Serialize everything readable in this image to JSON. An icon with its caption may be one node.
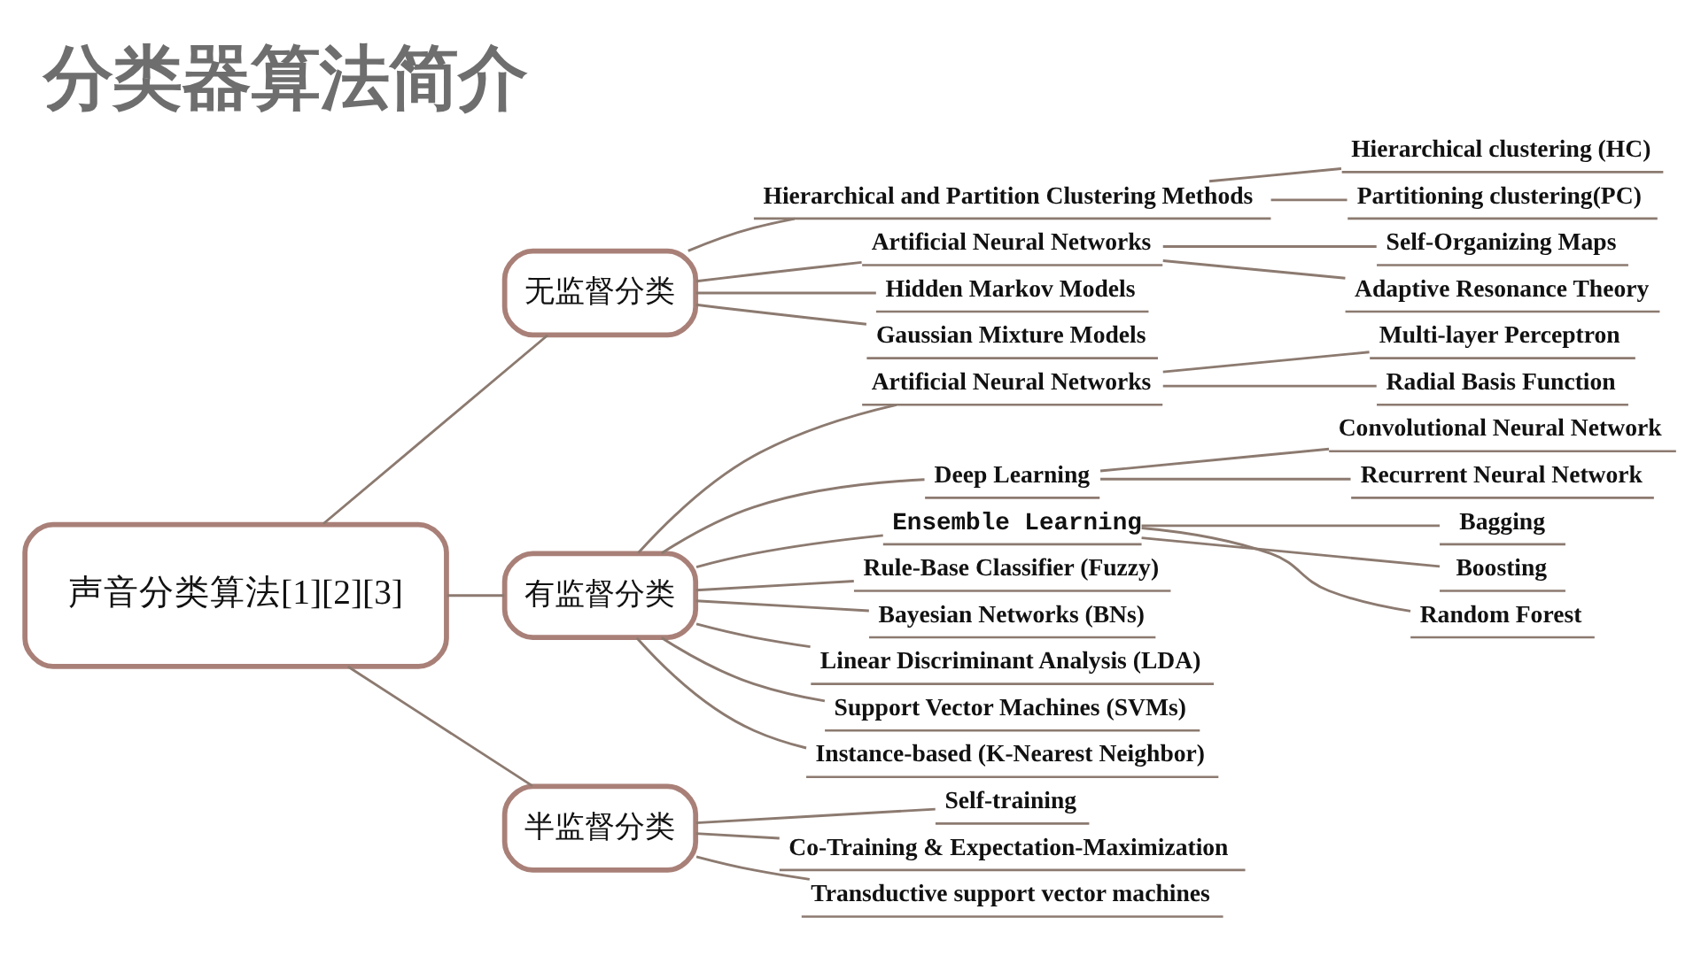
{
  "diagram": {
    "title": "分类器算法简介",
    "nodes": [
      {
        "text": [
          "声音分类算法[1][2][3]"
        ]
      },
      {
        "text": [
          "无监督分类"
        ]
      },
      {
        "text": [
          "Hierarchical and Partition Clustering Methods"
        ]
      },
      {
        "text": [
          "Hierarchical clustering (HC)"
        ]
      },
      {
        "text": [
          "Partitioning clustering(PC)"
        ]
      },
      {
        "text": [
          "Artificial Neural Networks"
        ]
      },
      {
        "text": [
          "Self-Organizing Maps"
        ]
      },
      {
        "text": [
          "Adaptive Resonance Theory"
        ]
      },
      {
        "text": [
          "Hidden Markov Models"
        ]
      },
      {
        "text": [
          "Gaussian Mixture Models"
        ]
      },
      {
        "text": [
          "有监督分类"
        ]
      },
      {
        "text": [
          "Artificial Neural Networks"
        ]
      },
      {
        "text": [
          "Multi-layer Perceptron"
        ]
      },
      {
        "text": [
          "Radial Basis Function"
        ]
      },
      {
        "text": [
          "Deep Learning"
        ]
      },
      {
        "text": [
          "Convolutional Neural Network"
        ]
      },
      {
        "text": [
          "Recurrent Neural Network"
        ]
      },
      {
        "text": [
          "Ensemble Learning"
        ]
      },
      {
        "text": [
          "Bagging"
        ]
      },
      {
        "text": [
          "Boosting"
        ]
      },
      {
        "text": [
          "Random Forest"
        ]
      },
      {
        "text": [
          "Rule-Base Classifier (Fuzzy)"
        ]
      },
      {
        "text": [
          "Bayesian Networks (BNs)"
        ]
      },
      {
        "text": [
          "Linear Discriminant Analysis (LDA)"
        ]
      },
      {
        "text": [
          "Support Vector Machines (SVMs)"
        ]
      },
      {
        "text": [
          "Instance-based (K-Nearest Neighbor)"
        ]
      },
      {
        "text": [
          "半监督分类"
        ]
      },
      {
        "text": [
          "Self-training"
        ]
      },
      {
        "text": [
          "Co-Training & Expectation-Maximization"
        ]
      },
      {
        "text": [
          "Transductive support vector machines"
        ]
      }
    ],
    "edges": [
      {
        "from": 0,
        "to": 1,
        "arrow": "none"
      },
      {
        "from": 1,
        "to": 2,
        "arrow": "none"
      },
      {
        "from": 2,
        "to": 3,
        "arrow": "none"
      },
      {
        "from": 2,
        "to": 4,
        "arrow": "none"
      },
      {
        "from": 1,
        "to": 5,
        "arrow": "none"
      },
      {
        "from": 5,
        "to": 6,
        "arrow": "none"
      },
      {
        "from": 5,
        "to": 7,
        "arrow": "none"
      },
      {
        "from": 1,
        "to": 8,
        "arrow": "none"
      },
      {
        "from": 1,
        "to": 9,
        "arrow": "none"
      },
      {
        "from": 0,
        "to": 10,
        "arrow": "none"
      },
      {
        "from": 10,
        "to": 11,
        "arrow": "none"
      },
      {
        "from": 11,
        "to": 12,
        "arrow": "none"
      },
      {
        "from": 11,
        "to": 13,
        "arrow": "none"
      },
      {
        "from": 10,
        "to": 14,
        "arrow": "none"
      },
      {
        "from": 14,
        "to": 15,
        "arrow": "none"
      },
      {
        "from": 14,
        "to": 16,
        "arrow": "none"
      },
      {
        "from": 10,
        "to": 17,
        "arrow": "none"
      },
      {
        "from": 17,
        "to": 18,
        "arrow": "none"
      },
      {
        "from": 17,
        "to": 19,
        "arrow": "none"
      },
      {
        "from": 17,
        "to": 20,
        "arrow": "none"
      },
      {
        "from": 10,
        "to": 21,
        "arrow": "none"
      },
      {
        "from": 10,
        "to": 22,
        "arrow": "none"
      },
      {
        "from": 10,
        "to": 23,
        "arrow": "none"
      },
      {
        "from": 10,
        "to": 24,
        "arrow": "none"
      },
      {
        "from": 10,
        "to": 25,
        "arrow": "none"
      },
      {
        "from": 0,
        "to": 26,
        "arrow": "none"
      },
      {
        "from": 26,
        "to": 27,
        "arrow": "none"
      },
      {
        "from": 26,
        "to": 28,
        "arrow": "none"
      },
      {
        "from": 26,
        "to": 29,
        "arrow": "none"
      }
    ]
  }
}
